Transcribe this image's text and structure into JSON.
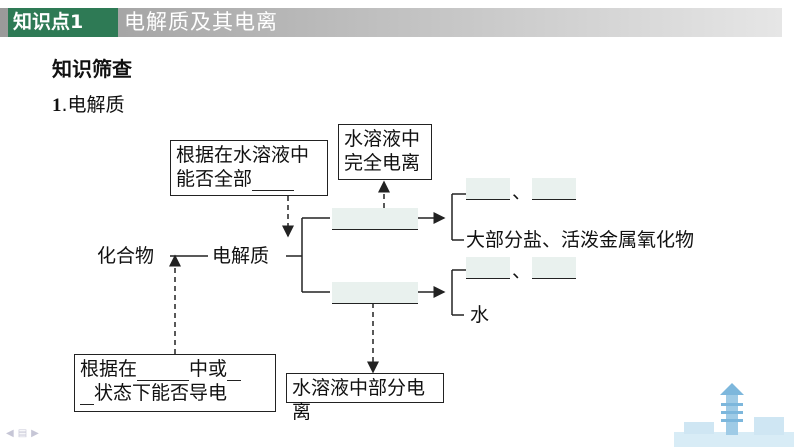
{
  "header": {
    "tag": "知识点1",
    "title": "电解质及其电离"
  },
  "section_title": "知识筛查",
  "sub_title": {
    "number": "1",
    "text": ".电解质"
  },
  "diagram": {
    "root": "化合物",
    "electrolyte": "电解质",
    "criterion_top": {
      "line1": "根据在水溶液中",
      "line2_prefix": "能否全部"
    },
    "full_ionization": {
      "line1": "水溶液中",
      "line2": "完全电离"
    },
    "partial_ionization": "水溶液中部分电离",
    "criterion_bottom": {
      "line1_prefix": "根据在",
      "line1_mid": "中或",
      "line2": "状态下能否导电"
    },
    "strong_example": "大部分盐、活泼金属氧化物",
    "weak_example": "水",
    "separator": "、"
  }
}
